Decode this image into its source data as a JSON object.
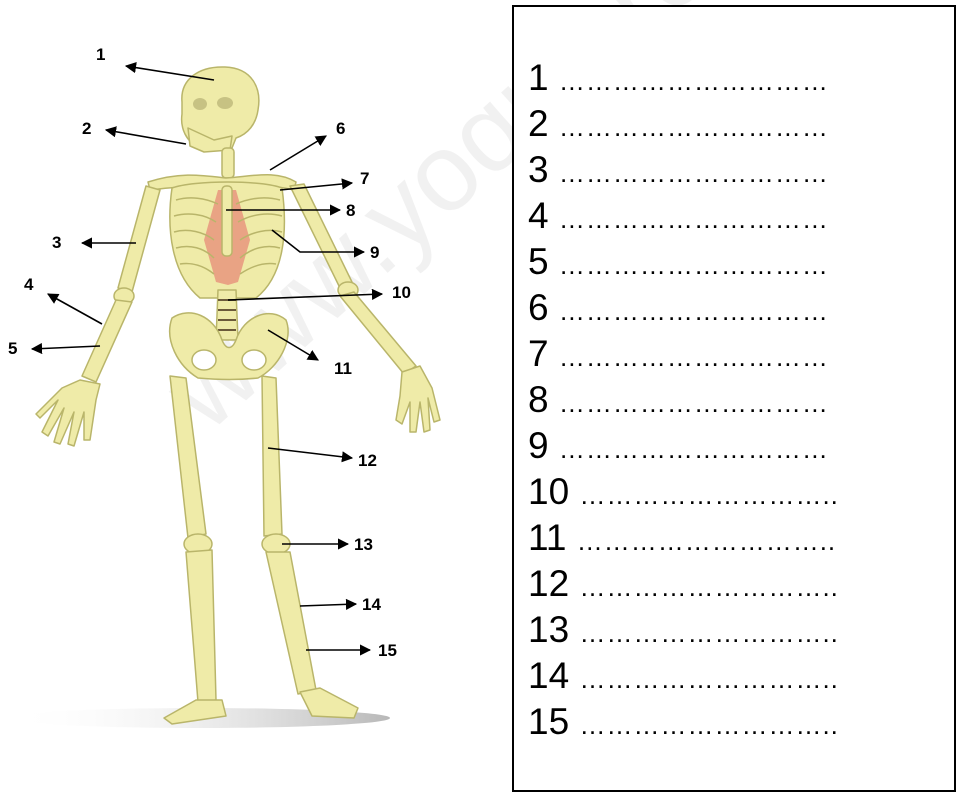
{
  "diagram": {
    "labels": [
      "1",
      "2",
      "3",
      "4",
      "5",
      "6",
      "7",
      "8",
      "9",
      "10",
      "11",
      "12",
      "13",
      "14",
      "15"
    ]
  },
  "answer_sheet": {
    "lines": [
      {
        "number": "1",
        "blank": "…………………………"
      },
      {
        "number": "2",
        "blank": "…………………………"
      },
      {
        "number": "3",
        "blank": "…………………………"
      },
      {
        "number": "4",
        "blank": "…………………………"
      },
      {
        "number": "5",
        "blank": "…………………………"
      },
      {
        "number": "6",
        "blank": "…………………………"
      },
      {
        "number": "7",
        "blank": "…………………………"
      },
      {
        "number": "8",
        "blank": "…………………………"
      },
      {
        "number": "9",
        "blank": "…………………………"
      },
      {
        "number": "10",
        "blank": "……………………….."
      },
      {
        "number": "11",
        "blank": "……………………….."
      },
      {
        "number": "12",
        "blank": "……………………….."
      },
      {
        "number": "13",
        "blank": "……………………….."
      },
      {
        "number": "14",
        "blank": "……………………….."
      },
      {
        "number": "15",
        "blank": "……………………….."
      }
    ]
  },
  "watermark": "www.yoquieroaprobar.es",
  "colors": {
    "bone": "#efeba8",
    "bone_outline": "#b9b56a",
    "ribs_inner": "#e9a384",
    "arrow": "#000000"
  }
}
